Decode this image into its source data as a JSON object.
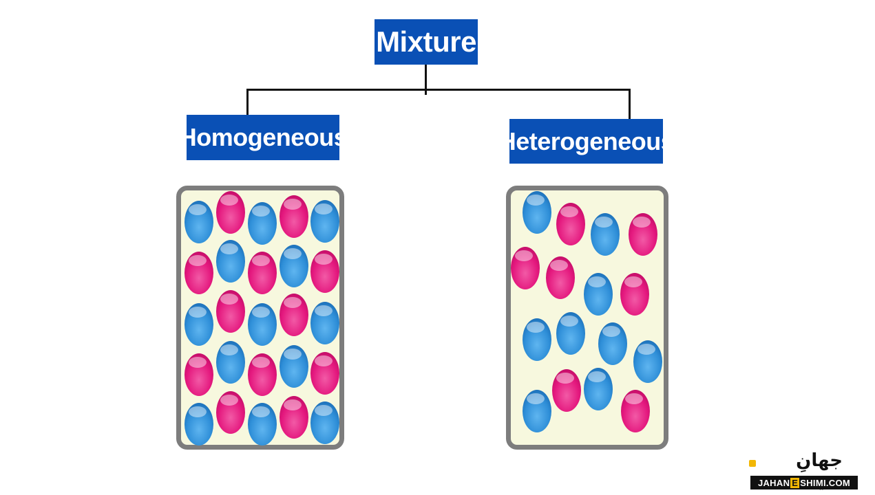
{
  "root": {
    "label": "Mixture"
  },
  "branches": [
    {
      "label": "Homogeneous"
    },
    {
      "label": "Heterogeneous"
    }
  ],
  "colors": {
    "box_fill": "#0a50b5",
    "box_text": "#ffffff",
    "container_fill": "#f7f8de",
    "container_border": "#7d7d7d",
    "particle_blue": "#2f8fd8",
    "particle_pink": "#e4187e",
    "connector": "#111111"
  },
  "logo": {
    "persian": "جهانِ شیمی",
    "english_left": "JAHAN",
    "english_mid": "E",
    "english_right": "SHIMI.COM"
  }
}
